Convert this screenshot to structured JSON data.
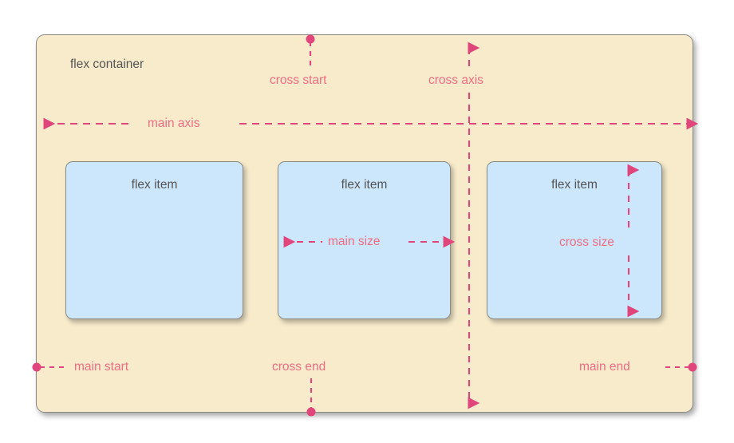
{
  "diagram": {
    "title": "flex container",
    "container_label": "flex container",
    "item_label": "flex item",
    "items": [
      {
        "label": "flex item"
      },
      {
        "label": "flex item"
      },
      {
        "label": "flex item"
      }
    ],
    "annotations": {
      "main_axis": "main axis",
      "cross_axis": "cross axis",
      "cross_start": "cross start",
      "cross_end": "cross end",
      "main_start": "main start",
      "main_end": "main end",
      "main_size": "main size",
      "cross_size": "cross size"
    },
    "colors": {
      "container_fill": "#f7ebcb",
      "container_border": "#8c8a84",
      "item_fill": "#cce6fb",
      "item_border": "#8c8a84",
      "accent_marker": "#e0457b",
      "annotation_text": "#ee6d84",
      "body_text": "#555555",
      "page_background": "#ffffff"
    }
  }
}
